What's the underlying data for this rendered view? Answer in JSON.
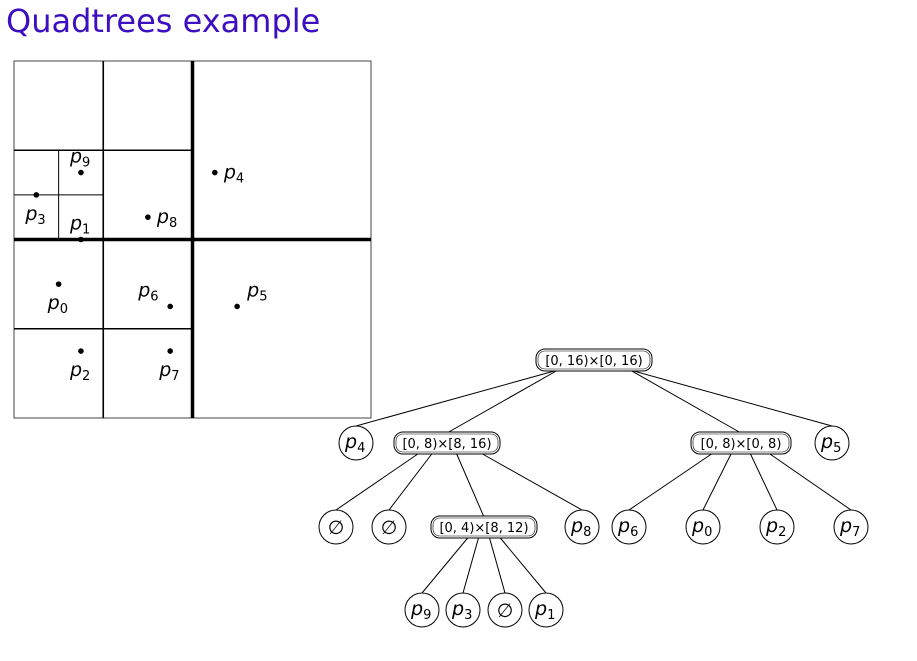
{
  "title": "Quadtrees example",
  "quadtree_grid": {
    "domain": [
      0,
      16
    ],
    "points": [
      {
        "name": "p0",
        "x": 2,
        "y": 6,
        "label_pos": "below"
      },
      {
        "name": "p1",
        "x": 3,
        "y": 8,
        "label_pos": "above"
      },
      {
        "name": "p2",
        "x": 3,
        "y": 3,
        "label_pos": "below"
      },
      {
        "name": "p3",
        "x": 1,
        "y": 10,
        "label_pos": "below"
      },
      {
        "name": "p4",
        "x": 9,
        "y": 11,
        "label_pos": "right"
      },
      {
        "name": "p5",
        "x": 10,
        "y": 5,
        "label_pos": "above-right"
      },
      {
        "name": "p6",
        "x": 7,
        "y": 5,
        "label_pos": "above-left"
      },
      {
        "name": "p7",
        "x": 7,
        "y": 3,
        "label_pos": "below"
      },
      {
        "name": "p8",
        "x": 6,
        "y": 9,
        "label_pos": "right"
      },
      {
        "name": "p9",
        "x": 3,
        "y": 11,
        "label_pos": "above"
      }
    ]
  },
  "tree": {
    "nodes": [
      {
        "id": "root",
        "label": "[0, 16)×[0, 16)",
        "kind": "box"
      },
      {
        "id": "n4",
        "label": "p4",
        "kind": "leaf",
        "parent": "root"
      },
      {
        "id": "nw",
        "label": "[0, 8)×[8, 16)",
        "kind": "box",
        "parent": "root"
      },
      {
        "id": "sw",
        "label": "[0, 8)×[0, 8)",
        "kind": "box",
        "parent": "root"
      },
      {
        "id": "n5",
        "label": "p5",
        "kind": "leaf",
        "parent": "root"
      },
      {
        "id": "e1",
        "label": "∅",
        "kind": "empty",
        "parent": "nw"
      },
      {
        "id": "e2",
        "label": "∅",
        "kind": "empty",
        "parent": "nw"
      },
      {
        "id": "sub",
        "label": "[0, 4)×[8, 12)",
        "kind": "box",
        "parent": "nw"
      },
      {
        "id": "n8",
        "label": "p8",
        "kind": "leaf",
        "parent": "nw"
      },
      {
        "id": "n6",
        "label": "p6",
        "kind": "leaf",
        "parent": "sw"
      },
      {
        "id": "n0",
        "label": "p0",
        "kind": "leaf",
        "parent": "sw"
      },
      {
        "id": "n2",
        "label": "p2",
        "kind": "leaf",
        "parent": "sw"
      },
      {
        "id": "n7",
        "label": "p7",
        "kind": "leaf",
        "parent": "sw"
      },
      {
        "id": "n9",
        "label": "p9",
        "kind": "leaf",
        "parent": "sub"
      },
      {
        "id": "n3",
        "label": "p3",
        "kind": "leaf",
        "parent": "sub"
      },
      {
        "id": "e3",
        "label": "∅",
        "kind": "empty",
        "parent": "sub"
      },
      {
        "id": "n1",
        "label": "p1",
        "kind": "leaf",
        "parent": "sub"
      }
    ]
  }
}
